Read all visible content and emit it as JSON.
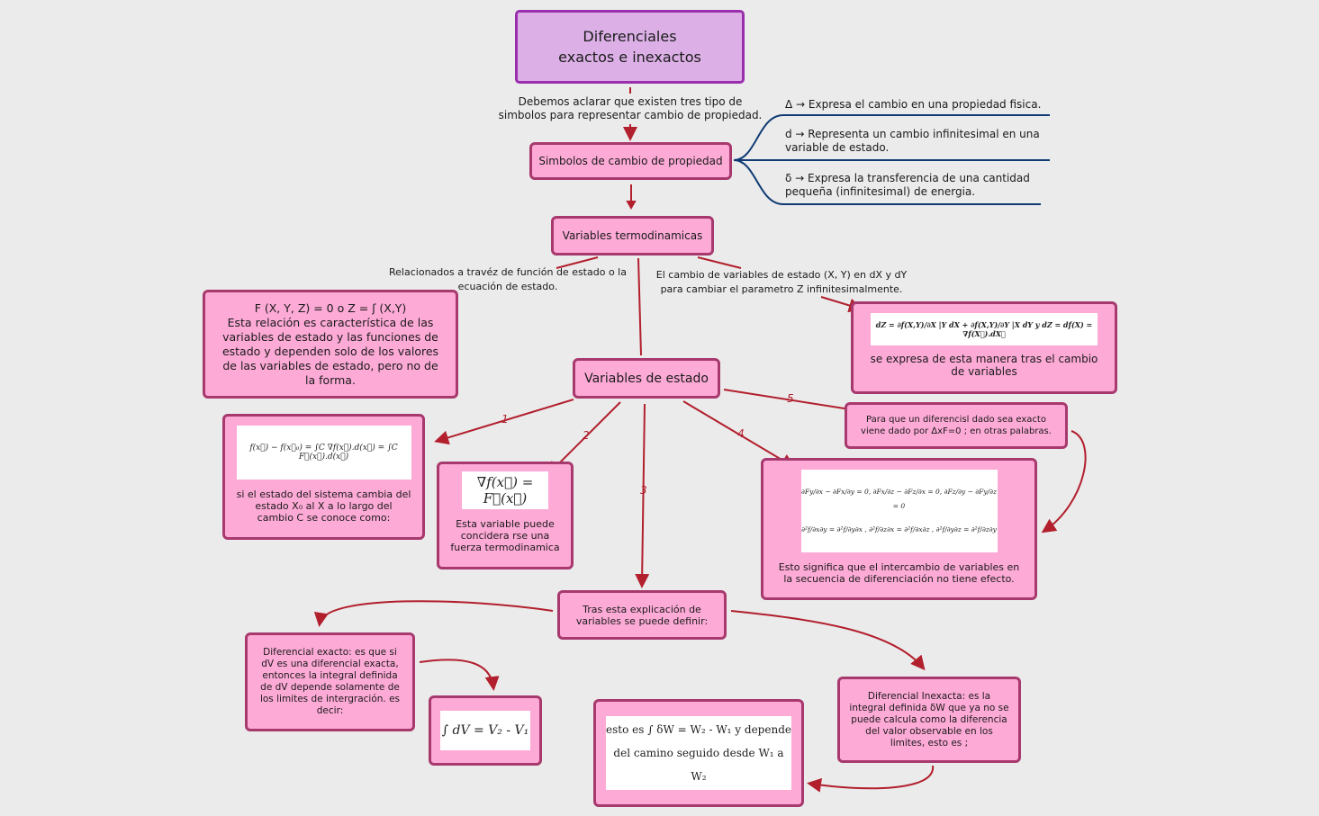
{
  "title": "Diferenciales\nexactos e inexactos",
  "intro_note": "Debemos aclarar que existen tres tipo de simbolos para representar cambio de propiedad.",
  "symbols_node": "Simbolos de cambio de propiedad",
  "symbols": [
    "Δ  → Expresa el cambio en una propiedad fisica.",
    "d  → Representa un cambio infinitesimal en una variable de estado.",
    "δ  → Expresa la transferencia de una cantidad pequeña (infinitesimal) de energia."
  ],
  "thermo_node": "Variables termodinamicas",
  "left_note": "Relacionados a travéz de función de estado o la ecuación de estado.",
  "right_note": "El cambio de variables de estado (X, Y) en dX y dY para cambiar el parametro Z infinitesimalmente.",
  "state_eq": {
    "line1": "F (X, Y, Z) = 0 o Z = ʃ (X,Y)",
    "text": "Esta relación es característica de las variables de estado y las funciones de estado y dependen solo de los valores de las variables de estado, pero no de la forma."
  },
  "dz_box": {
    "formula": "dZ = ∂f(X,Y)/∂X |Y dX + ∂f(X,Y)/∂Y |X dY   y   dZ = df(X) = ∇f(X⃗).dX⃗",
    "text": "se expresa de esta manera tras el cambio de variables"
  },
  "state_node": "Variables de estado",
  "branch_numbers": [
    "1",
    "2",
    "3",
    "4",
    "5"
  ],
  "box1": {
    "formula": "f(x⃗) − f(x⃗₀) = ∫C ∇f(x⃗).d(x⃗) = ∫C F⃗(x⃗).d(x⃗)",
    "text": "si el estado del sistema cambia del estado X₀ al X a lo largo del cambio C se conoce como:"
  },
  "box2": {
    "formula": "∇f(x⃗) = F⃗(x⃗)",
    "text": "Esta variable puede concidera rse una fuerza termodinamica"
  },
  "box5": {
    "text": "Para que un diferencisl dado sea exacto viene dado por ∆xF=0 ; en otras palabras."
  },
  "box4": {
    "formula_row1": "∂Fy/∂x − ∂Fx/∂y = 0,   ∂Fx/∂z − ∂Fz/∂x = 0,   ∂Fz/∂y − ∂Fy/∂z = 0",
    "formula_row2": "∂²f/∂x∂y = ∂²f/∂y∂x ,   ∂²f/∂z∂x = ∂²f/∂x∂z ,   ∂²f/∂y∂z = ∂²f/∂z∂y",
    "text": "Esto significa que el intercambio de variables en la secuencia de diferenciación no tiene efecto."
  },
  "define_node": "Tras esta explicación de variables se puede definir:",
  "exact": {
    "text": "Diferencial exacto: es que si dV es una diferencial exacta, entonces la integral definida de dV depende solamente de los limites de intergración. es decir:"
  },
  "exact_formula": "∫ dV = V₂ - V₁",
  "inexact": {
    "text": "Diferencial Inexacta: es la integral definida δW que ya no se puede calcula como la diferencia del valor observable en los limites, esto es ;"
  },
  "inexact_formula": {
    "line1": "esto es ∫ δW = W₂ - W₁ y depende",
    "line2": "del camino seguido desde W₁ a W₂"
  },
  "colors": {
    "node_fill": "#fdaad6",
    "node_border": "#a8396e",
    "title_fill": "#dcb0e6",
    "title_border": "#9a2fae",
    "arrow": "#b21f2d",
    "bracket": "#0f3a73"
  }
}
